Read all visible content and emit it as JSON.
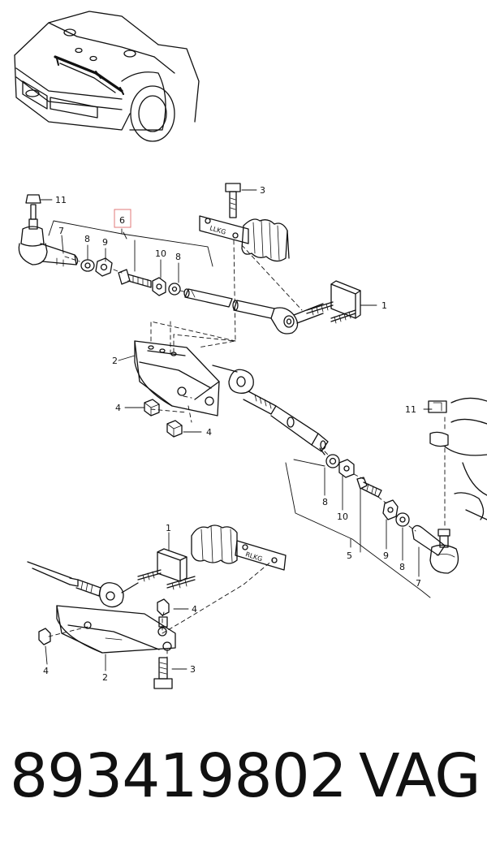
{
  "labels": {
    "top_ball_nut": "11",
    "top_bolt": "3",
    "group_top": "6",
    "tie_rod_end_left": "7",
    "washer_left": "8",
    "nut_left": "9",
    "locknut_left": "10",
    "spacer_left": "8",
    "bracket_right": "1",
    "bracket_plate": "2",
    "nut_plate_a": "4",
    "nut_plate_b": "4",
    "right_ball_nut": "11",
    "spacer_right": "8",
    "locknut_right": "10",
    "group_bottom": "5",
    "nut_right": "9",
    "washer_right": "8",
    "tie_rod_end_right": "7",
    "bottom_bracket": "1",
    "bottom_nut_a": "4",
    "bottom_nut_b": "4",
    "bottom_plate": "2",
    "bottom_bolt": "3"
  },
  "stamp_text": {
    "upper_rack": "LLKG",
    "lower_rack": "RLKG"
  },
  "highlight_color": "#e07a7a",
  "footer": {
    "part_number": "893419802",
    "brand": "VAG"
  }
}
